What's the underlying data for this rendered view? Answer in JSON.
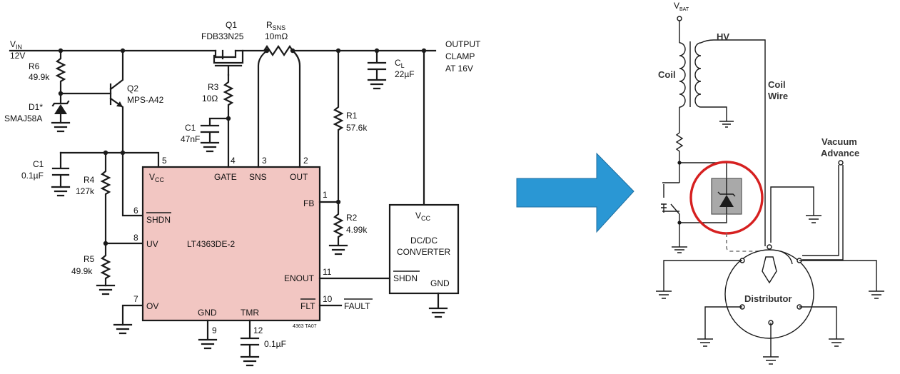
{
  "left_schematic": {
    "vin_label": "V",
    "vin_sub": "IN",
    "vin_value": "12V",
    "r6": {
      "name": "R6",
      "value": "49.9k"
    },
    "d1": {
      "name": "D1*",
      "part": "SMAJ58A"
    },
    "q2": {
      "name": "Q2",
      "part": "MPS-A42"
    },
    "q1": {
      "name": "Q1",
      "part": "FDB33N25"
    },
    "rsns": {
      "name": "R",
      "sub": "SNS",
      "value": "10mΩ"
    },
    "r3": {
      "name": "R3",
      "value": "10Ω"
    },
    "c1_gate": {
      "name": "C1",
      "value": "47nF"
    },
    "cl": {
      "name": "C",
      "sub": "L",
      "value": "22µF"
    },
    "output": [
      "OUTPUT",
      "CLAMP",
      "AT 16V"
    ],
    "c1_vcc": {
      "name": "C1",
      "value": "0.1µF"
    },
    "r4": {
      "name": "R4",
      "value": "127k"
    },
    "r5": {
      "name": "R5",
      "value": "49.9k"
    },
    "r1": {
      "name": "R1",
      "value": "57.6k"
    },
    "r2": {
      "name": "R2",
      "value": "4.99k"
    },
    "tmr_cap": "0.1µF",
    "ic": {
      "name": "LT4363DE-2",
      "vcc": "V",
      "vcc_sub": "CC",
      "gate": "GATE",
      "sns": "SNS",
      "out": "OUT",
      "fb": "FB",
      "shdn": "SHDN",
      "uv": "UV",
      "ov": "OV",
      "enout": "ENOUT",
      "flt": "FLT",
      "gnd": "GND",
      "tmr": "TMR",
      "pins": {
        "vcc": "5",
        "gate": "4",
        "sns": "3",
        "out": "2",
        "fb": "1",
        "shdn": "6",
        "uv": "8",
        "ov": "7",
        "enout": "11",
        "flt": "10",
        "gnd": "9",
        "tmr": "12"
      },
      "fill": "#f2c6c2"
    },
    "converter": {
      "vcc": "V",
      "vcc_sub": "CC",
      "line1": "DC/DC",
      "line2": "CONVERTER",
      "shdn": "SHDN",
      "gnd": "GND"
    },
    "fault": "FAULT",
    "ref": "4363 TA07"
  },
  "arrow": {
    "color": "#2a97d4"
  },
  "right_schematic": {
    "vbat": "V",
    "vbat_sub": "BAT",
    "hv": "HV",
    "coil": "Coil",
    "coil_wire": [
      "Coil",
      "Wire"
    ],
    "vacuum": [
      "Vacuum",
      "Advance"
    ],
    "distributor": "Distributor",
    "highlight_color": "#d62020",
    "device_fill": "#a9a9a9"
  }
}
